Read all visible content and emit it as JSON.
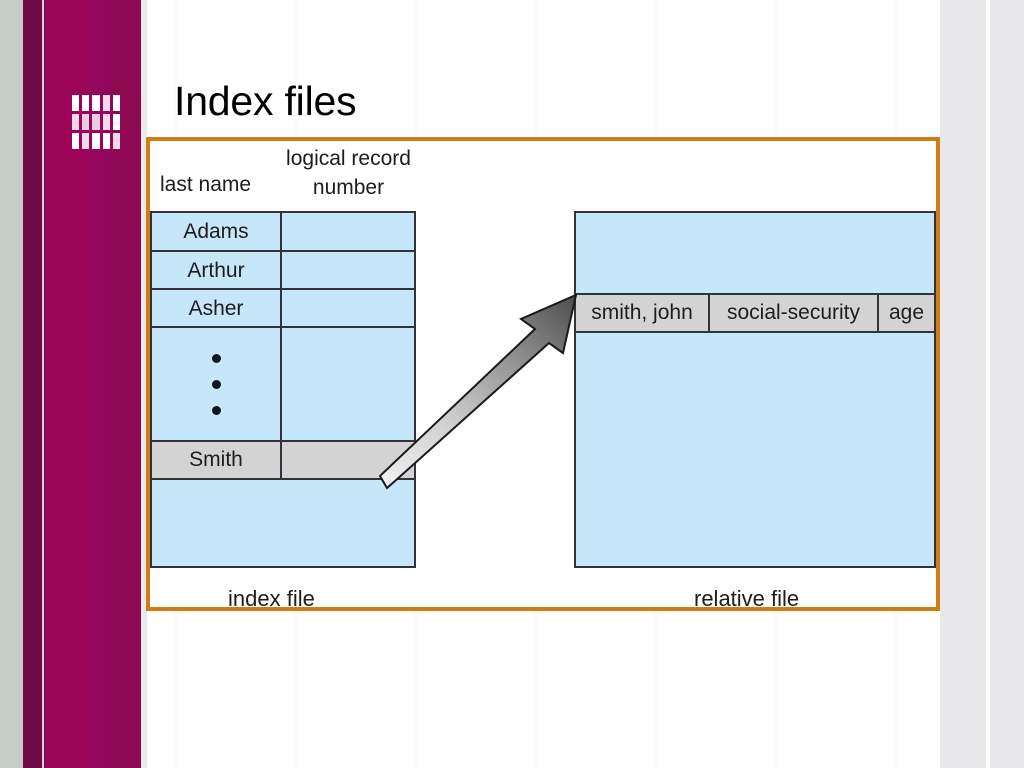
{
  "slide": {
    "title": "Index files",
    "logo_icon": "grid-bars-logo-icon",
    "accent_border_color": "#d07d16",
    "sidebar_color": "#9c0457",
    "cell_fill_color": "#c6e6fa",
    "highlight_fill_color": "#d3d3d4"
  },
  "diagram": {
    "headers": {
      "left_column": "last name",
      "right_column_line1": "logical record",
      "right_column_line2": "number"
    },
    "index_file": {
      "caption": "index file",
      "rows": [
        {
          "name": "Adams",
          "lrn": "",
          "highlighted": false
        },
        {
          "name": "Arthur",
          "lrn": "",
          "highlighted": false
        },
        {
          "name": "Asher",
          "lrn": "",
          "highlighted": false
        },
        {
          "name": "•••",
          "lrn": "",
          "highlighted": false
        },
        {
          "name": "Smith",
          "lrn": "",
          "highlighted": true
        },
        {
          "name": "",
          "lrn": "",
          "highlighted": false
        }
      ]
    },
    "relative_file": {
      "caption": "relative file",
      "record_fields": [
        "smith, john",
        "social-security",
        "age"
      ]
    },
    "pointer": {
      "icon": "block-arrow-icon",
      "from": "index-file-smith-row",
      "to": "relative-file-smith-record"
    }
  }
}
